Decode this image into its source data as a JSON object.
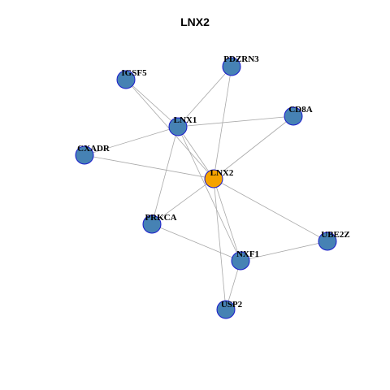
{
  "title": "LNX2",
  "colors": {
    "node": "#4682b4",
    "focus": "#f5a300",
    "border": "#1a1acc",
    "edge": "#a9a9a9"
  },
  "nodes": {
    "lnx2": {
      "label": "LNX2"
    },
    "lnx1": {
      "label": "LNX1"
    },
    "igsf5": {
      "label": "IGSF5"
    },
    "pdzrn3": {
      "label": "PDZRN3"
    },
    "cd8a": {
      "label": "CD8A"
    },
    "cxadr": {
      "label": "CXADR"
    },
    "prkca": {
      "label": "PRKCA"
    },
    "ube2z": {
      "label": "UBE2Z"
    },
    "nxf1": {
      "label": "NXF1"
    },
    "usp2": {
      "label": "USP2"
    }
  }
}
